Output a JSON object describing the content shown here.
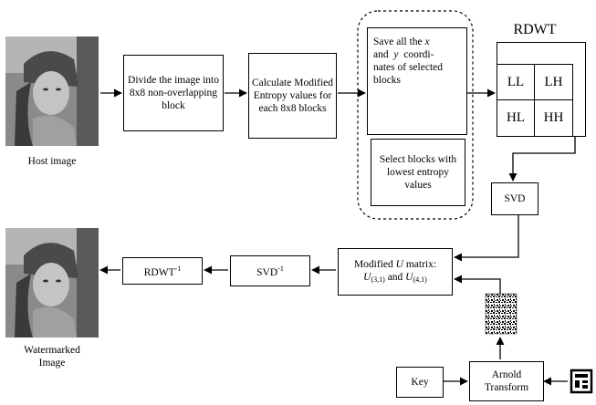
{
  "host_image": {
    "caption": "Host image"
  },
  "watermarked_image": {
    "caption_line1": "Watermarked",
    "caption_line2": "Image"
  },
  "steps": {
    "divide": "Divide the image into 8x8 non-overlapping block",
    "entropy": "Calculate Modified Entropy values for each 8x8 blocks",
    "save_coords": {
      "line1": "Save all the",
      "x": "x",
      "line2a": "and",
      "y": "y",
      "line2b": "coordi-",
      "line3": "nates of selected",
      "line4": "blocks"
    },
    "select_blocks": "Select blocks with lowest entropy values",
    "svd": "SVD",
    "modified_u": {
      "line1a": "Modified",
      "u": "U",
      "line1b": "matrix:",
      "u1": "U",
      "sub1": "(3,1)",
      "and": "and",
      "u2": "U",
      "sub2": "(4,1)"
    },
    "svd_inv": {
      "base": "SVD",
      "sup": "-1"
    },
    "rdwt_inv": {
      "base": "RDWT",
      "sup": "-1"
    },
    "key": "Key",
    "arnold": "Arnold Transform"
  },
  "rdwt": {
    "title": "RDWT",
    "subbands": [
      "LL",
      "LH",
      "HL",
      "HH"
    ]
  }
}
